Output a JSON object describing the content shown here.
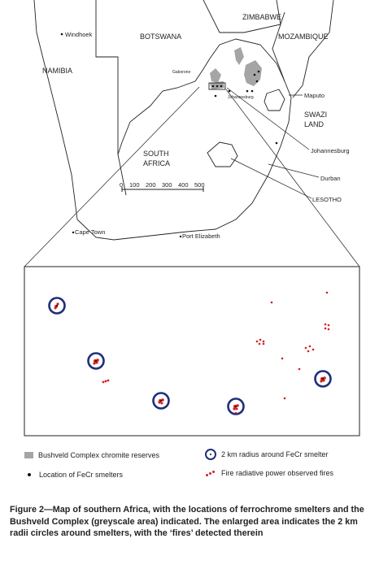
{
  "map": {
    "countries": [
      "NAMIBIA",
      "BOTSWANA",
      "ZIMBABWE",
      "MOZAMBIQUE"
    ],
    "south_africa": [
      "SOUTH",
      "AFRICA"
    ],
    "swaziland": [
      "SWAZI",
      "LAND"
    ],
    "lesotho": "LESOTHO",
    "cities": {
      "windhoek": "Windhoek",
      "gaborone": "Gaborone",
      "johannesburg_small": "Johannesburg",
      "maputo": "Maputo",
      "johannesburg": "Johannesburg",
      "durban": "Durban",
      "cape_town": "Cape Town",
      "port_elizabeth": "Port Elizabeth"
    },
    "scale_labels": [
      "0",
      "100",
      "200",
      "300",
      "400",
      "500"
    ]
  },
  "legend": {
    "bushveld": "Bushveld Complex chromite reserves",
    "radius": "2 km radius around FeCr smelter",
    "smelters": "Location of FeCr smelters",
    "fires": "Fire radiative power observed fires"
  },
  "colors": {
    "bushveld": "#a5a5a5",
    "ring": "#1f2f78",
    "fire": "#d42020"
  },
  "caption": "Figure 2—Map of southern Africa, with the locations of ferrochrome smelters and the Bushveld Complex (greyscale area) indicated. The enlarged area indicates the 2 km radii circles around smelters, with the ‘fires’ detected therein"
}
